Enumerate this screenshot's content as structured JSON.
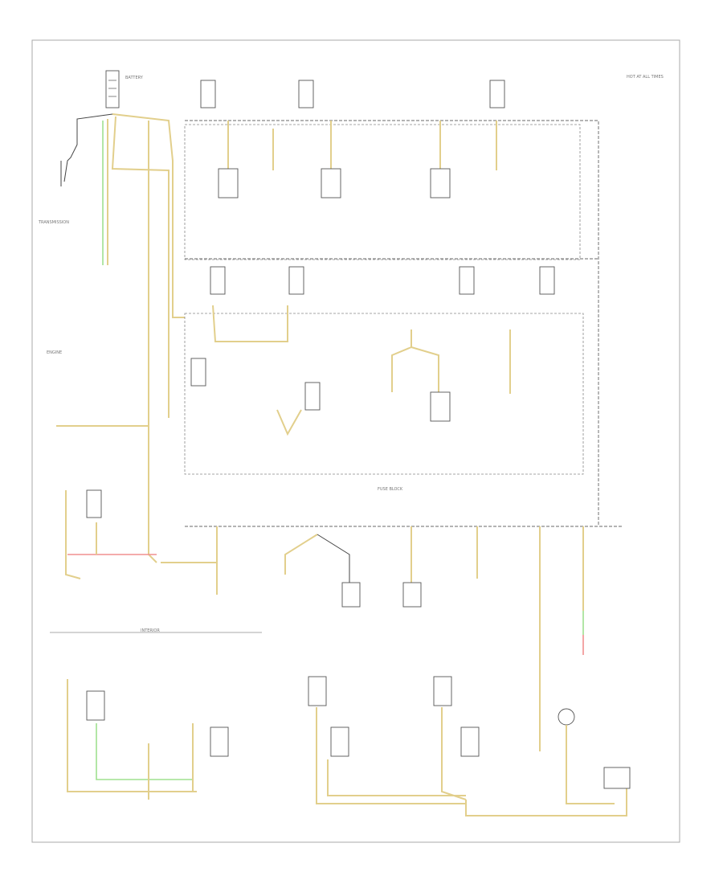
{
  "diagram": {
    "footer_code": "",
    "labels": {
      "battery": "BATTERY",
      "transmission": "TRANSMISSION",
      "hot_at_all_times": "HOT AT ALL TIMES",
      "fuse_block": "FUSE BLOCK",
      "engine": "ENGINE",
      "interior": "INTERIOR"
    }
  }
}
